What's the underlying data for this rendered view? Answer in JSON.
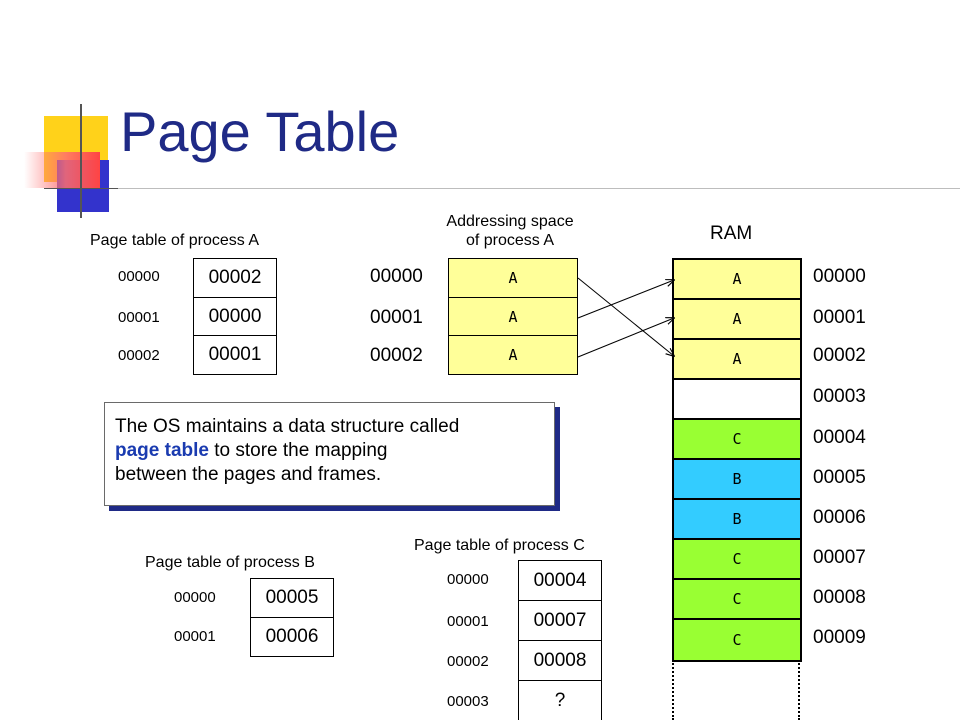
{
  "title": "Page Table",
  "colors": {
    "title": "#1f2a86",
    "addr_cell": "#ffff99",
    "ram_a": "#ffff99",
    "ram_free": "#ffffff",
    "ram_b": "#33ccff",
    "ram_c": "#99ff33",
    "highlight": "#1a3bb0",
    "callout_shadow": "#1f2a86"
  },
  "page_table_a": {
    "label": "Page table of process A",
    "rows": [
      {
        "index": "00000",
        "value": "00002"
      },
      {
        "index": "00001",
        "value": "00000"
      },
      {
        "index": "00002",
        "value": "00001"
      }
    ]
  },
  "address_space_a": {
    "label_line1": "Addressing space",
    "label_line2": "of process A",
    "rows": [
      {
        "index": "00000",
        "value": "A"
      },
      {
        "index": "00001",
        "value": "A"
      },
      {
        "index": "00002",
        "value": "A"
      }
    ]
  },
  "ram": {
    "label": "RAM",
    "frames": [
      {
        "index": "00000",
        "value": "A",
        "fill": "ram_a"
      },
      {
        "index": "00001",
        "value": "A",
        "fill": "ram_a"
      },
      {
        "index": "00002",
        "value": "A",
        "fill": "ram_a"
      },
      {
        "index": "00003",
        "value": "",
        "fill": "ram_free"
      },
      {
        "index": "00004",
        "value": "C",
        "fill": "ram_c"
      },
      {
        "index": "00005",
        "value": "B",
        "fill": "ram_b"
      },
      {
        "index": "00006",
        "value": "B",
        "fill": "ram_b"
      },
      {
        "index": "00007",
        "value": "C",
        "fill": "ram_c"
      },
      {
        "index": "00008",
        "value": "C",
        "fill": "ram_c"
      },
      {
        "index": "00009",
        "value": "C",
        "fill": "ram_c"
      }
    ]
  },
  "callout": {
    "line1": "The OS maintains a data structure called",
    "highlight": "page table",
    "line2_rest": " to store the mapping",
    "line3": "between the pages and frames."
  },
  "page_table_b": {
    "label": "Page table of process B",
    "rows": [
      {
        "index": "00000",
        "value": "00005"
      },
      {
        "index": "00001",
        "value": "00006"
      }
    ]
  },
  "page_table_c": {
    "label": "Page table of process C",
    "rows": [
      {
        "index": "00000",
        "value": "00004"
      },
      {
        "index": "00001",
        "value": "00007"
      },
      {
        "index": "00002",
        "value": "00008"
      },
      {
        "index": "00003",
        "value": "?"
      }
    ]
  }
}
